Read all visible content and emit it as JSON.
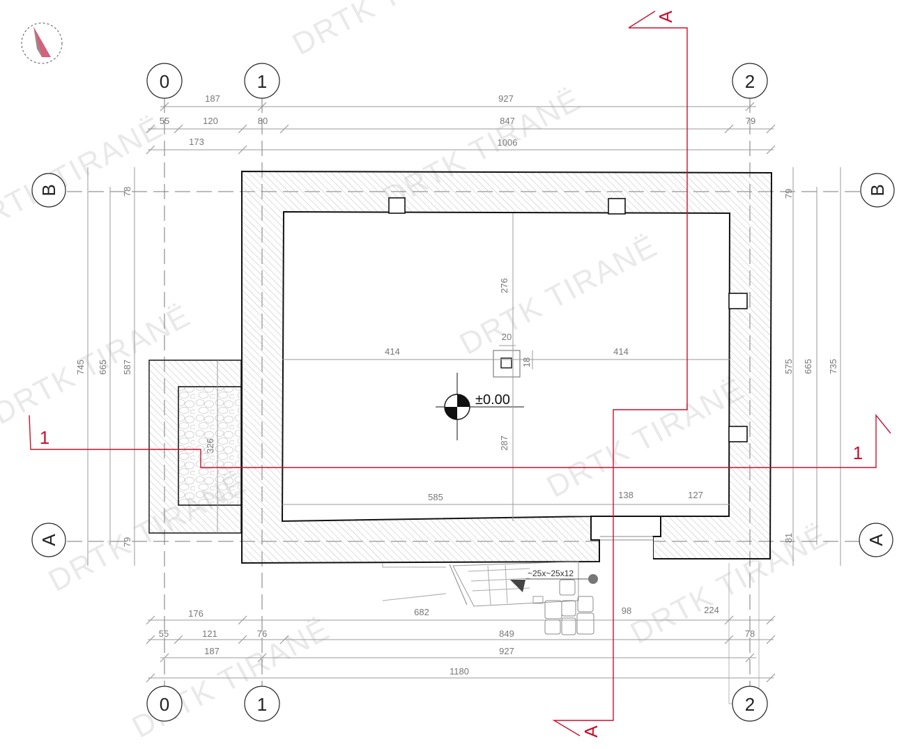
{
  "axes": {
    "col_0": "0",
    "col_1": "1",
    "col_2": "2",
    "row_B": "B",
    "row_A": "A"
  },
  "section_marks": {
    "section_A": "A",
    "section_1": "1"
  },
  "elevation_mark": "±0.00",
  "stair_note": "~25x~25x12",
  "watermark": "DRTK TIRANË",
  "dimensions": {
    "top_row1": [
      "187",
      "927"
    ],
    "top_row2": [
      "55",
      "120",
      "80",
      "847",
      "79"
    ],
    "top_row3": [
      "173",
      "1006"
    ],
    "bottom_row1": [
      "176",
      "682",
      "98",
      "224"
    ],
    "bottom_row2": [
      "55",
      "121",
      "76",
      "849",
      "78"
    ],
    "bottom_row3": [
      "187",
      "927"
    ],
    "bottom_row4": [
      "1180"
    ],
    "left": [
      "745",
      "665",
      "587",
      "78",
      "79"
    ],
    "right": [
      "575",
      "665",
      "735",
      "79",
      "81"
    ],
    "interior": {
      "left_span": "414",
      "right_span": "414",
      "upper_height": "276",
      "lower_height": "287",
      "column_w": "20",
      "column_h": "18",
      "bottom_left": "585",
      "bottom_mid": "138",
      "bottom_right": "127",
      "annex_height": "326"
    }
  },
  "colors": {
    "section_line": "#c8102e",
    "wall_outline": "#111111",
    "dimension_line": "#9a9a9a",
    "hatch": "#bbbbbb",
    "north_arrow": "#d4607a"
  }
}
